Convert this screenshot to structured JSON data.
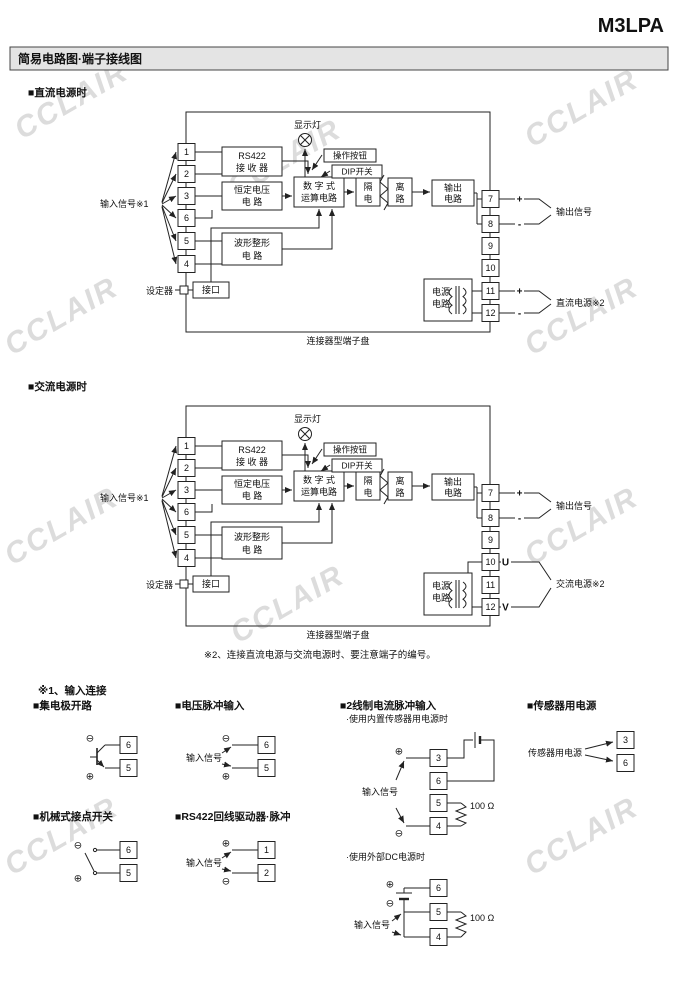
{
  "page": {
    "title": "M3LPA",
    "header": "简易电路图·端子接线图",
    "watermark": "CCLAIR",
    "note2": "※2、连接直流电源与交流电源时、要注意端子的编号。"
  },
  "terminals": [
    "1",
    "2",
    "3",
    "4",
    "5",
    "6",
    "7",
    "8",
    "9",
    "10",
    "11",
    "12"
  ],
  "diagram": {
    "dc_heading": "■直流电源时",
    "ac_heading": "■交流电源时",
    "input_signal": "输入信号※1",
    "display_lamp": "显示灯",
    "op_button": "操作按钮",
    "dip_switch": "DIP开关",
    "rs422_l1": "RS422",
    "rs422_l2": "接 收 器",
    "constv_l1": "恒定电压",
    "constv_l2": "电  路",
    "wave_l1": "波形整形",
    "wave_l2": "电  路",
    "digital_l1": "数 字 式",
    "digital_l2": "运算电路",
    "iso_l1": "隔",
    "iso_l2": "电",
    "iso_r1": "离",
    "iso_r2": "路",
    "out_l1": "输出",
    "out_l2": "电路",
    "power_l1": "电源",
    "power_l2": "电路",
    "interface": "接口",
    "setter": "设定器",
    "output_signal": "输出信号",
    "dc_power": "直流电源※2",
    "ac_power": "交流电源※2",
    "terminal_strip": "连接器型端子盘",
    "plus": "+",
    "minus": "-",
    "u": "U",
    "v": "V"
  },
  "inputs": {
    "heading": "※1、输入连接",
    "open_collector": "■集电极开路",
    "voltage_pulse": "■电压脉冲输入",
    "two_wire": "■2线制电流脉冲输入",
    "two_wire_sub": "·使用内置传感器用电源时",
    "sensor_power_heading": "■传感器用电源",
    "sensor_power_label": "传感器用电源",
    "mechanical": "■机械式接点开关",
    "rs422_line": "■RS422回线驱动器·脉冲",
    "external_dc": "·使用外部DC电源时",
    "input_signal": "输入信号",
    "resistor": "100 Ω",
    "plus_sym": "⊕",
    "minus_sym": "⊖"
  }
}
